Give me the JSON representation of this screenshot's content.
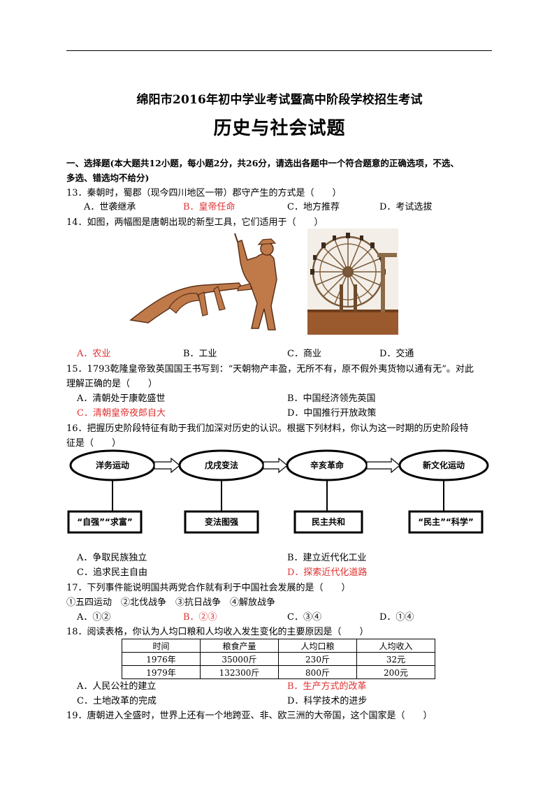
{
  "header": {
    "title": "绵阳市2016年初中学业考试暨高中阶段学校招生考试",
    "subject": "历史与社会试题"
  },
  "section": {
    "line1": "一、选择题(本大题共12小题，每小题2分，共26分，请选出各题中一个符合题意的正确选项，不选、",
    "line2": "多选、错选均不给分)"
  },
  "q13": {
    "stem": "13．秦朝时，蜀郡（现今四川地区一带）郡守产生的方式是（　　）",
    "a": "A．世袭继承",
    "b": "B．皇帝任命",
    "c": "C．地方推荐",
    "d": "D．考试选拔"
  },
  "q14": {
    "stem": "14．如图，两幅图是唐朝出现的新型工具，它们适用于（　　）",
    "image_left": "plow-illustration",
    "image_right": "waterwheel-photo",
    "a": "A．农业",
    "b": "B．工业",
    "c": "C．商业",
    "d": "D．交通"
  },
  "q15": {
    "stem1": "15．1793乾隆皇帝致英国国王书写到：“天朝物产丰盈，无所不有，原不假外夷货物以通有无”。对此",
    "stem2": "理解正确的是（　　）",
    "a": "A．清朝处于康乾盛世",
    "b": "B．中国经济领先英国",
    "c": "C．清朝皇帝夜郎自大",
    "d": "D．中国推行开放政策"
  },
  "q16": {
    "stem1": "16．把握历史阶段特征有助于我们加深对历史的认识。根据下列材料，你认为这一时期的历史阶段特",
    "stem2": "征是（　　）",
    "events": [
      "洋务运动",
      "戊戌变法",
      "辛亥革命",
      "新文化运动"
    ],
    "slogans": [
      "“自强”“求富”",
      "变法图强",
      "民主共和",
      "“民主”“科学”"
    ],
    "a": "A．争取民族独立",
    "b": "B．建立近代化工业",
    "c": "C．追求民主自由",
    "d": "D．探索近代化道路"
  },
  "q17": {
    "stem": "17．下列事件能说明国共两党合作就有利于中国社会发展的是（　　）",
    "items": "①五四运动　②北伐战争　③抗日战争　④解放战争",
    "a": "A．①②",
    "b": "B．②③",
    "c": "C．③④",
    "d": "D．①④"
  },
  "q18": {
    "stem": "18．阅读表格，你认为人均口粮和人均收入发生变化的主要原因是（　　）",
    "table": {
      "headers": [
        "时间",
        "粮食产量",
        "人均口粮",
        "人均收入"
      ],
      "rows": [
        [
          "1976年",
          "35000斤",
          "230斤",
          "32元"
        ],
        [
          "1979年",
          "132300斤",
          "800斤",
          "200元"
        ]
      ]
    },
    "a": "A．人民公社的建立",
    "b": "B．生产方式的改革",
    "c": "C．土地改革的完成",
    "d": "D．科学技术的进步"
  },
  "q19": {
    "stem": "19．唐朝进入全盛时，世界上还有一个地跨亚、非、欧三洲的大帝国，这个国家是（　　）"
  },
  "colors": {
    "answer": "#e03030",
    "text": "#000000"
  }
}
